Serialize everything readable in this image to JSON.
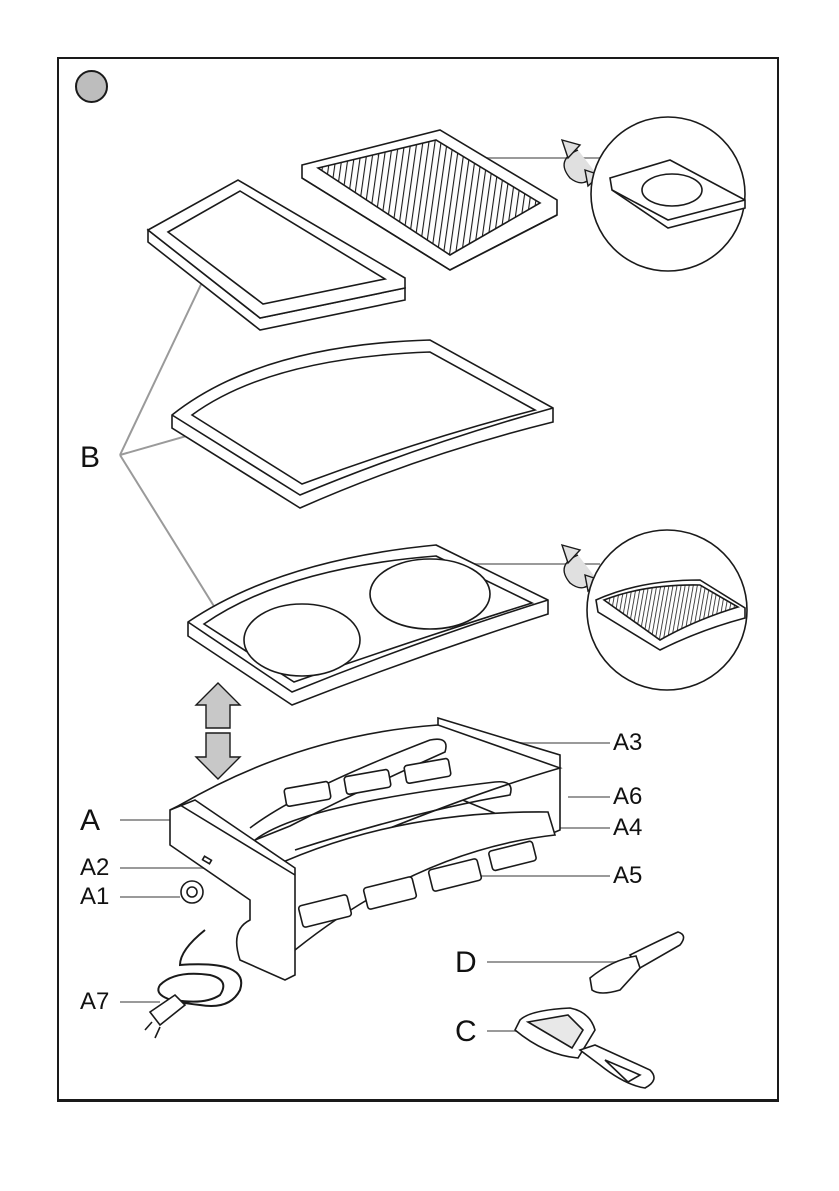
{
  "labels": {
    "A": "A",
    "A1": "A1",
    "A2": "A2",
    "A3": "A3",
    "A4": "A4",
    "A5": "A5",
    "A6": "A6",
    "A7": "A7",
    "B": "B",
    "C": "C",
    "D": "D"
  },
  "colors": {
    "line": "#1a1a1a",
    "leader": "#9a9a9a",
    "badge": "#bdbdbd",
    "arrow": "#c8c8c8"
  }
}
